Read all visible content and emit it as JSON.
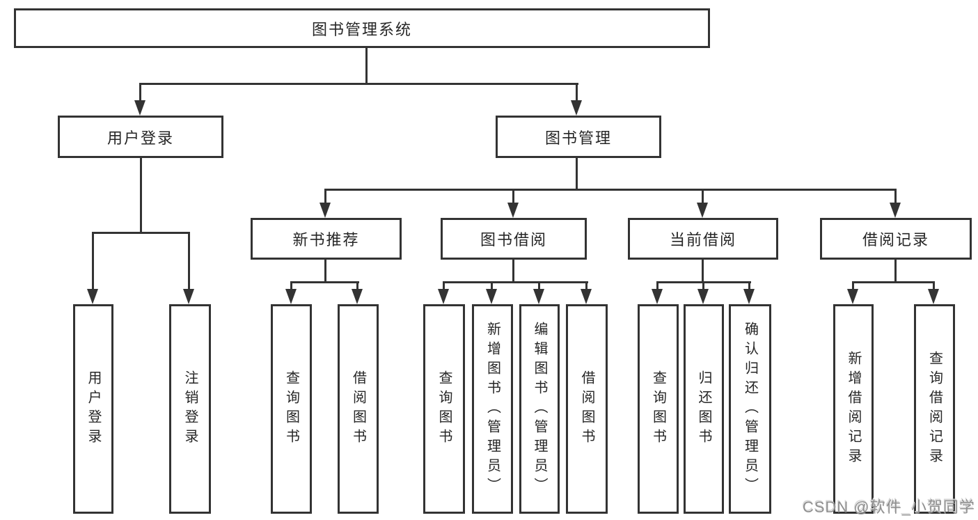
{
  "diagram": {
    "root": {
      "label": "图书管理系统"
    },
    "level2": [
      {
        "label": "用户登录",
        "children": [
          {
            "label": "用户登录"
          },
          {
            "label": "注销登录"
          }
        ]
      },
      {
        "label": "图书管理",
        "children": [
          {
            "label": "新书推荐",
            "children": [
              {
                "label": "查询图书"
              },
              {
                "label": "借阅图书"
              }
            ]
          },
          {
            "label": "图书借阅",
            "children": [
              {
                "label": "查询图书"
              },
              {
                "label": "新增图书（管理员）"
              },
              {
                "label": "编辑图书（管理员）"
              },
              {
                "label": "借阅图书"
              }
            ]
          },
          {
            "label": "当前借阅",
            "children": [
              {
                "label": "查询图书"
              },
              {
                "label": "归还图书"
              },
              {
                "label": "确认归还（管理员）"
              }
            ]
          },
          {
            "label": "借阅记录",
            "children": [
              {
                "label": "新增借阅记录"
              },
              {
                "label": "查询借阅记录"
              }
            ]
          }
        ]
      }
    ]
  },
  "watermark": {
    "text": "CSDN @软件_小贺同学"
  },
  "colors": {
    "line": "#333333",
    "box_border": "#333333",
    "box_fill": "#ffffff",
    "text": "#262626",
    "watermark_text": "#8f8f8f",
    "background": "#ffffff"
  }
}
